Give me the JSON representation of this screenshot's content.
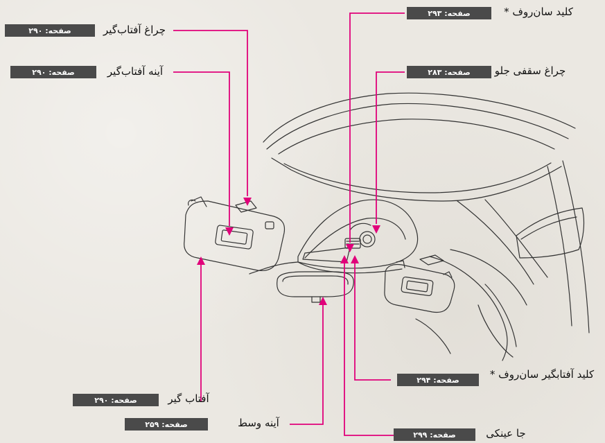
{
  "callouts": {
    "sunvisor_light": {
      "label": "چراغ آفتاب‌گیر",
      "page": "صفحه: ۲۹۰"
    },
    "vanity_mirror": {
      "label": "آینه آفتاب‌گیر",
      "page": "صفحه: ۲۹۰"
    },
    "sunroof_switch": {
      "label": "کلید سان‌روف *",
      "page": "صفحه: ۲۹۳"
    },
    "front_dome_light": {
      "label": "چراغ سقفی جلو",
      "page": "صفحه: ۲۸۳"
    },
    "sunshade_switch": {
      "label": "کلید آفتابگیر سان‌روف *",
      "page": "صفحه: ۲۹۴"
    },
    "sun_visor": {
      "label": "آفتاب گیر",
      "page": "صفحه: ۲۹۰"
    },
    "rearview_mirror": {
      "label": "آینه وسط",
      "page": "صفحه: ۲۵۹"
    },
    "glasses_holder": {
      "label": "جا عینکی",
      "page": "صفحه: ۲۹۹"
    }
  },
  "colors": {
    "leader": "#e0007a",
    "badge": "#4a4a4a",
    "lineart": "#333333"
  }
}
